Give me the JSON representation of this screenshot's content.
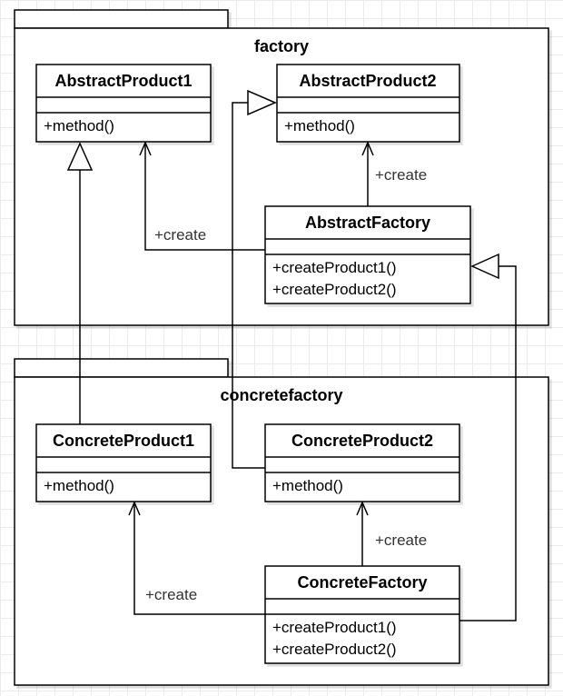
{
  "packages": {
    "factory": {
      "name": "factory"
    },
    "concrete": {
      "name": "concretefactory"
    }
  },
  "classes": {
    "abstract_product1": {
      "name": "AbstractProduct1",
      "methods": [
        "+method()"
      ]
    },
    "abstract_product2": {
      "name": "AbstractProduct2",
      "methods": [
        "+method()"
      ]
    },
    "abstract_factory": {
      "name": "AbstractFactory",
      "methods": [
        "+createProduct1()",
        "+createProduct2()"
      ]
    },
    "concrete_product1": {
      "name": "ConcreteProduct1",
      "methods": [
        "+method()"
      ]
    },
    "concrete_product2": {
      "name": "ConcreteProduct2",
      "methods": [
        "+method()"
      ]
    },
    "concrete_factory": {
      "name": "ConcreteFactory",
      "methods": [
        "+createProduct1()",
        "+createProduct2()"
      ]
    }
  },
  "labels": {
    "af_creates_ap1": "+create",
    "af_creates_ap2": "+create",
    "cf_creates_cp1": "+create",
    "cf_creates_cp2": "+create"
  }
}
